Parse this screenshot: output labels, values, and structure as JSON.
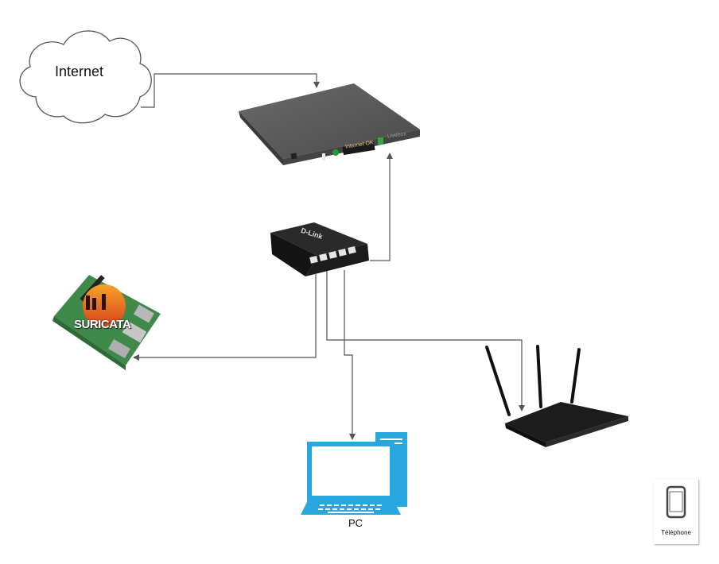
{
  "nodes": {
    "internet": {
      "label": "Internet"
    },
    "livebox": {
      "brand": "Livebox",
      "status_display": "Internet OK"
    },
    "switch": {
      "brand": "D-Link"
    },
    "ids": {
      "logo_text": "SURICATA"
    },
    "pc": {
      "label": "PC"
    },
    "phone": {
      "label": "Téléphone"
    }
  },
  "edges": [
    {
      "from": "internet",
      "to": "livebox"
    },
    {
      "from": "switch",
      "to": "livebox"
    },
    {
      "from": "switch",
      "to": "ids"
    },
    {
      "from": "switch",
      "to": "pc"
    },
    {
      "from": "switch",
      "to": "wifi-router"
    }
  ],
  "colors": {
    "connector": "#555555",
    "pc_blue": "#29a8e0",
    "livebox_body": "#5a5a5a",
    "switch_body": "#1e1e1e",
    "router_body": "#151515",
    "suricata_orange": "#e8581c"
  }
}
